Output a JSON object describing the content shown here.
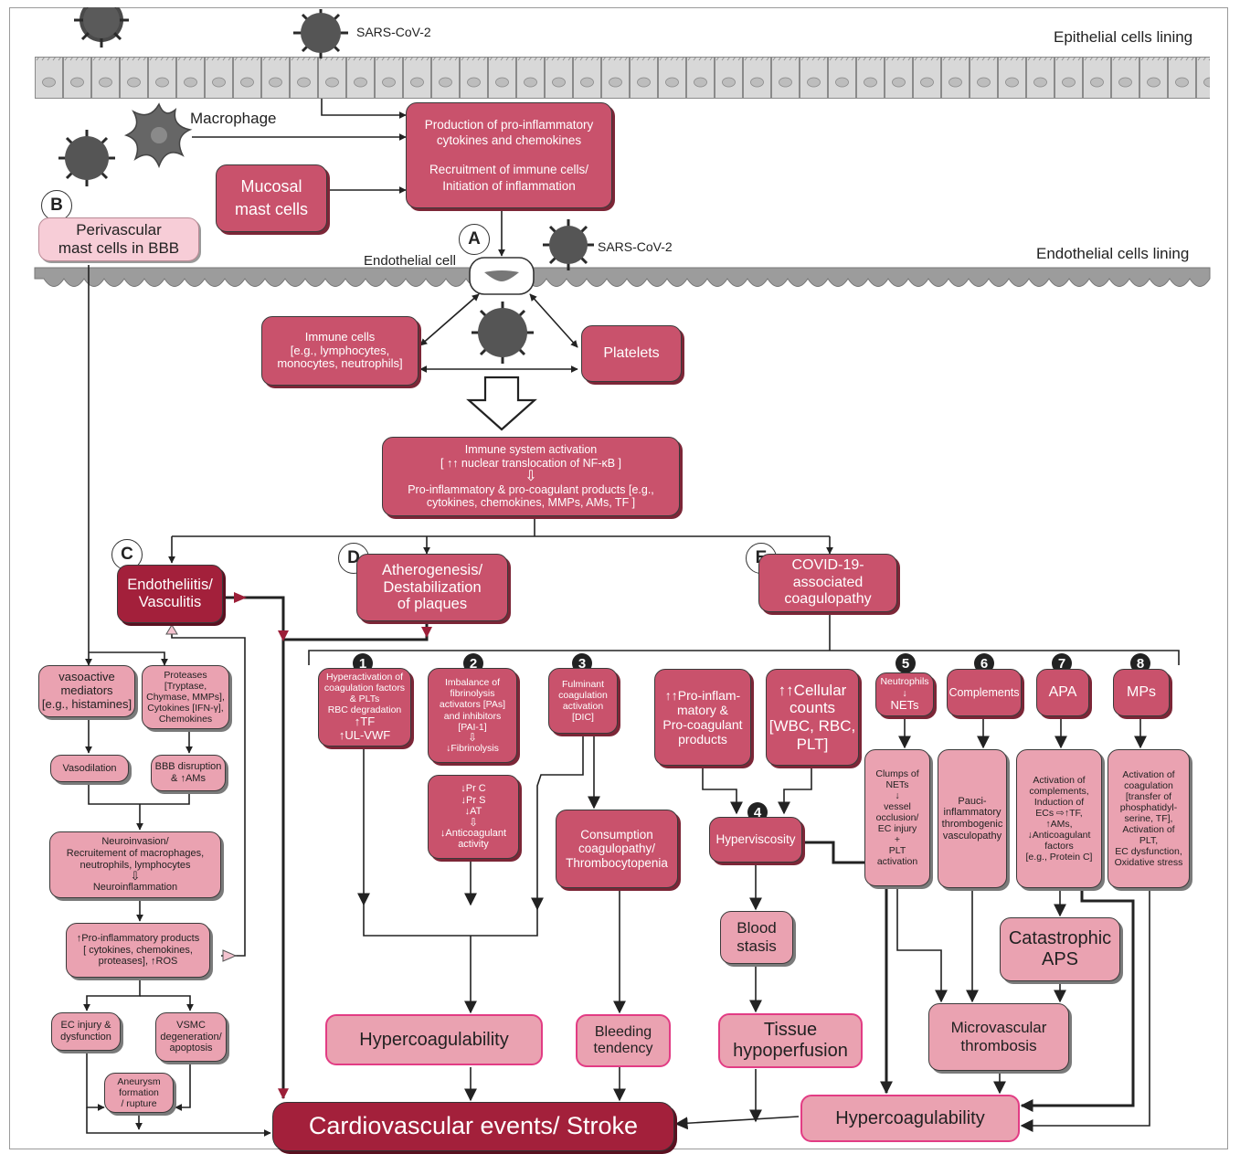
{
  "labels": {
    "sars1": "SARS-CoV-2",
    "sars2": "SARS-CoV-2",
    "epithelial": "Epithelial cells lining",
    "endothelial_lining": "Endothelial cells lining",
    "endothelial_cell": "Endothelial cell",
    "macrophage": "Macrophage"
  },
  "markers": {
    "a": "A",
    "b": "B",
    "c": "C",
    "d": "D",
    "e": "E"
  },
  "nums": {
    "n1": "1",
    "n2": "2",
    "n3": "3",
    "n4": "4",
    "n5": "5",
    "n6": "6",
    "n7": "7",
    "n8": "8"
  },
  "top": {
    "production": {
      "l1": "Production of pro-inflammatory",
      "l2": "cytokines and chemokines",
      "l3": "Recruitment of immune cells/",
      "l4": "Initiation of inflammation"
    },
    "mucosal": {
      "l1": "Mucosal",
      "l2": "mast cells"
    },
    "perivascular": {
      "l1": "Perivascular",
      "l2": "mast cells in BBB"
    },
    "immune_cells": {
      "l1": "Immune cells",
      "l2": "[e.g., lymphocytes,",
      "l3": "monocytes, neutrophils]"
    },
    "platelets": "Platelets",
    "activation": {
      "l1": "Immune system activation",
      "l2": "[ ↑↑ nuclear translocation of NF-κB ]",
      "arrow": "⇩",
      "l3": "Pro-inflammatory & pro-coagulant products [e.g.,",
      "l4": "cytokines, chemokines, MMPs, AMs, TF ]"
    }
  },
  "branches": {
    "c": {
      "l1": "Endotheliitis/",
      "l2": "Vasculitis"
    },
    "d": {
      "l1": "Atherogenesis/",
      "l2": "Destabilization",
      "l3": "of plaques"
    },
    "e": {
      "l1": "COVID-19-",
      "l2": "associated",
      "l3": "coagulopathy"
    }
  },
  "left": {
    "vasoactive": {
      "l1": "vasoactive",
      "l2": "mediators",
      "l3": "[e.g., histamines]"
    },
    "proteases": {
      "l1": "Proteases",
      "l2": "[Tryptase,",
      "l3": "Chymase, MMPs],",
      "l4": "Cytokines [IFN-γ],",
      "l5": "Chemokines"
    },
    "vasodilation": "Vasodilation",
    "bbb": {
      "l1": "BBB disruption",
      "l2": "& ↑AMs"
    },
    "neuro": {
      "l1": "Neuroinvasion/",
      "l2": "Recruitement of macrophages,",
      "l3": "neutrophils, lymphocytes",
      "arrow": "⇩",
      "l4": "Neuroinflammation"
    },
    "proinf": {
      "l1": "↑Pro-inflammatory products",
      "l2": "[ cytokines, chemokines,",
      "l3": "proteases], ↑ROS"
    },
    "ec_injury": {
      "l1": "EC injury &",
      "l2": "dysfunction"
    },
    "vsmc": {
      "l1": "VSMC",
      "l2": "degeneration/",
      "l3": "apoptosis"
    },
    "aneurysm": {
      "l1": "Aneurysm",
      "l2": "formation",
      "l3": "/ rupture"
    }
  },
  "coag": {
    "b1": {
      "l1": "Hyperactivation of",
      "l2": "coagulation factors",
      "l3": "& PLTs",
      "l4": "RBC degradation",
      "l5": "↑TF",
      "l6": "↑UL-VWF"
    },
    "b2": {
      "l1": "Imbalance of",
      "l2": "fibrinolysis",
      "l3": "activators [PAs]",
      "l4": "and inhibitors",
      "l5": "[PAI-1]",
      "arrow": "⇩",
      "l6": "↓Fibrinolysis"
    },
    "b2b": {
      "l1": "↓Pr C",
      "l2": "↓Pr S",
      "l3": "↓AT",
      "arrow": "⇩",
      "l4": "↓Anticoagulant",
      "l5": "activity"
    },
    "b3": {
      "l1": "Fulminant",
      "l2": "coagulation",
      "l3": "activation",
      "l4": "[DIC]"
    },
    "consumption": {
      "l1": "Consumption",
      "l2": "coagulopathy/",
      "l3": "Thrombocytopenia"
    },
    "proinflam": {
      "l1": "↑↑Pro-inflam-",
      "l2": "matory &",
      "l3": "Pro-coagulant",
      "l4": "products"
    },
    "cellular": {
      "l1": "↑↑Cellular",
      "l2": "counts",
      "l3": "[WBC, RBC,",
      "l4": "PLT]"
    },
    "hyperviscosity": "Hyperviscosity",
    "stasis": {
      "l1": "Blood",
      "l2": "stasis"
    },
    "b5": {
      "l1": "Neutrophils",
      "l2": "↓",
      "l3": "NETs"
    },
    "b5b": {
      "l1": "Clumps of",
      "l2": "NETs",
      "l3": "↓",
      "l4": "vessel",
      "l5": "occlusion/",
      "l6": "EC injury",
      "l7": "+",
      "l8": "PLT",
      "l9": "activation"
    },
    "b6": "Complements",
    "b6b": {
      "l1": "Pauci-",
      "l2": "inflammatory",
      "l3": "thrombogenic",
      "l4": "vasculopathy"
    },
    "b7": "APA",
    "b7b": {
      "l1": "Activation of",
      "l2": "complements,",
      "l3": "Induction of",
      "l4": "ECs ⇨↑TF,",
      "l5": "↑AMs,",
      "l6": "↓Anticoagulant",
      "l7": "factors",
      "l8": "[e.g., Protein C]"
    },
    "b8": "MPs",
    "b8b": {
      "l1": "Activation of",
      "l2": "coagulation",
      "l3": "[transfer of",
      "l4": "phosphatidyl-",
      "l5": "serine, TF],",
      "l6": "Activation of",
      "l7": "PLT,",
      "l8": "EC dysfunction,",
      "l9": "Oxidative stress"
    },
    "caps": {
      "l1": "Catastrophic",
      "l2": "APS"
    },
    "micro": {
      "l1": "Microvascular",
      "l2": "thrombosis"
    }
  },
  "outcomes": {
    "hyper1": "Hypercoagulability",
    "bleeding": {
      "l1": "Bleeding",
      "l2": "tendency"
    },
    "tissue": {
      "l1": "Tissue",
      "l2": "hypoperfusion"
    },
    "hyper2": "Hypercoagulability",
    "cardio": "Cardiovascular events/ Stroke"
  }
}
